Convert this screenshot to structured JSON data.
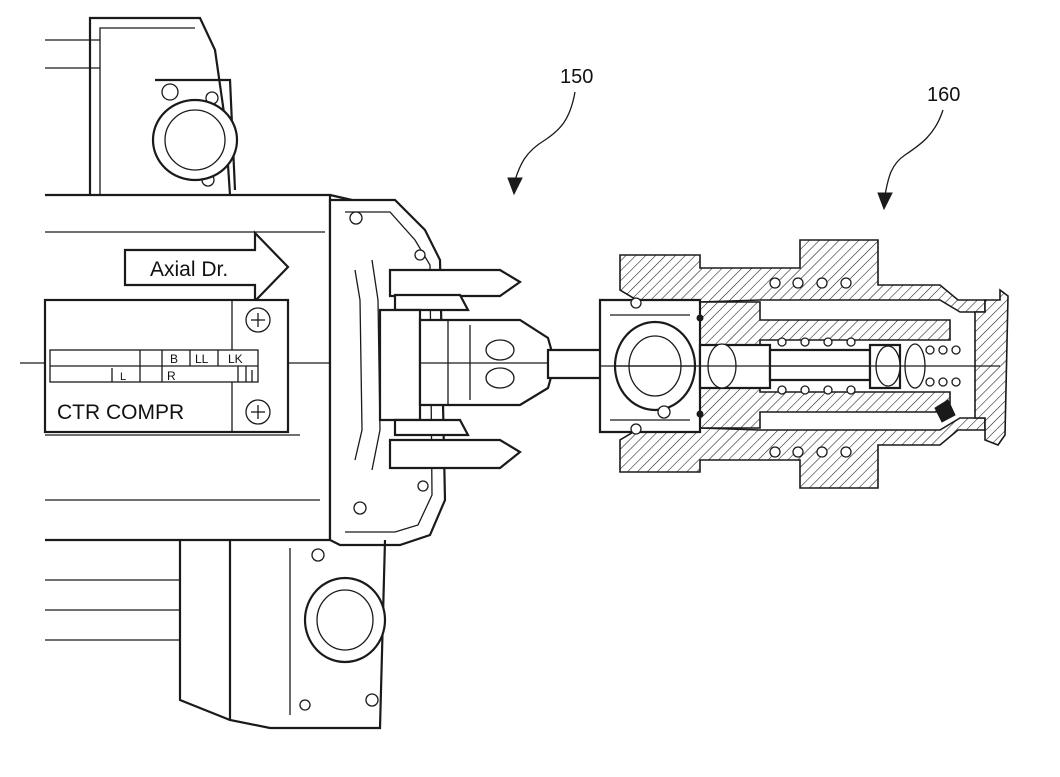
{
  "figure": {
    "ref_labels": [
      "150",
      "160"
    ],
    "arrow_text": "Axial Dr.",
    "plate": {
      "label_text": "CTR  COMPR",
      "scale_letters_top": [
        "B",
        "LL",
        "LK"
      ],
      "scale_letters_bottom": [
        "L",
        "R"
      ]
    }
  }
}
